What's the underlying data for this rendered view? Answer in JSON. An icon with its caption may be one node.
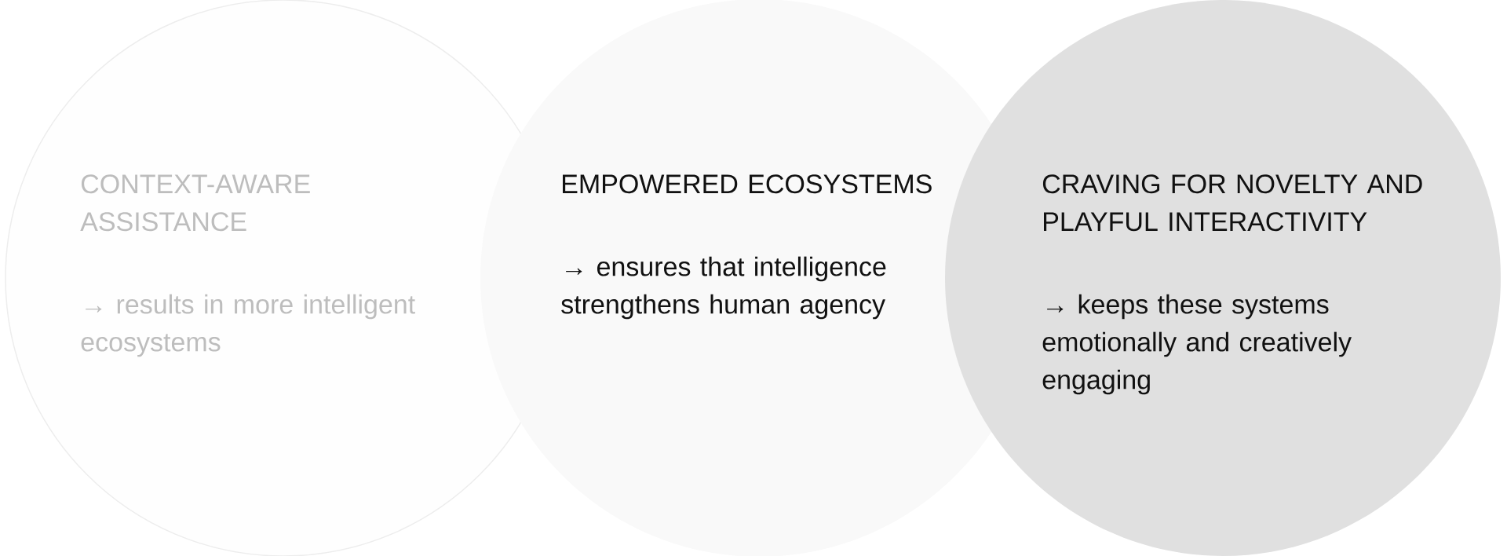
{
  "diagram": {
    "nodes": [
      {
        "text": [
          "CONTEXT-AWARE ASSISTANCE",
          "→ results in more intelligent ecosystems"
        ]
      },
      {
        "text": [
          "EMPOWERED ECOSYSTEMS",
          "→ ensures that intelligence strengthens human agency"
        ]
      },
      {
        "text": [
          "CRAVING FOR NOVELTY AND PLAYFUL INTERACTIVITY",
          "→ keeps these systems emotionally and creatively engaging"
        ]
      }
    ]
  }
}
